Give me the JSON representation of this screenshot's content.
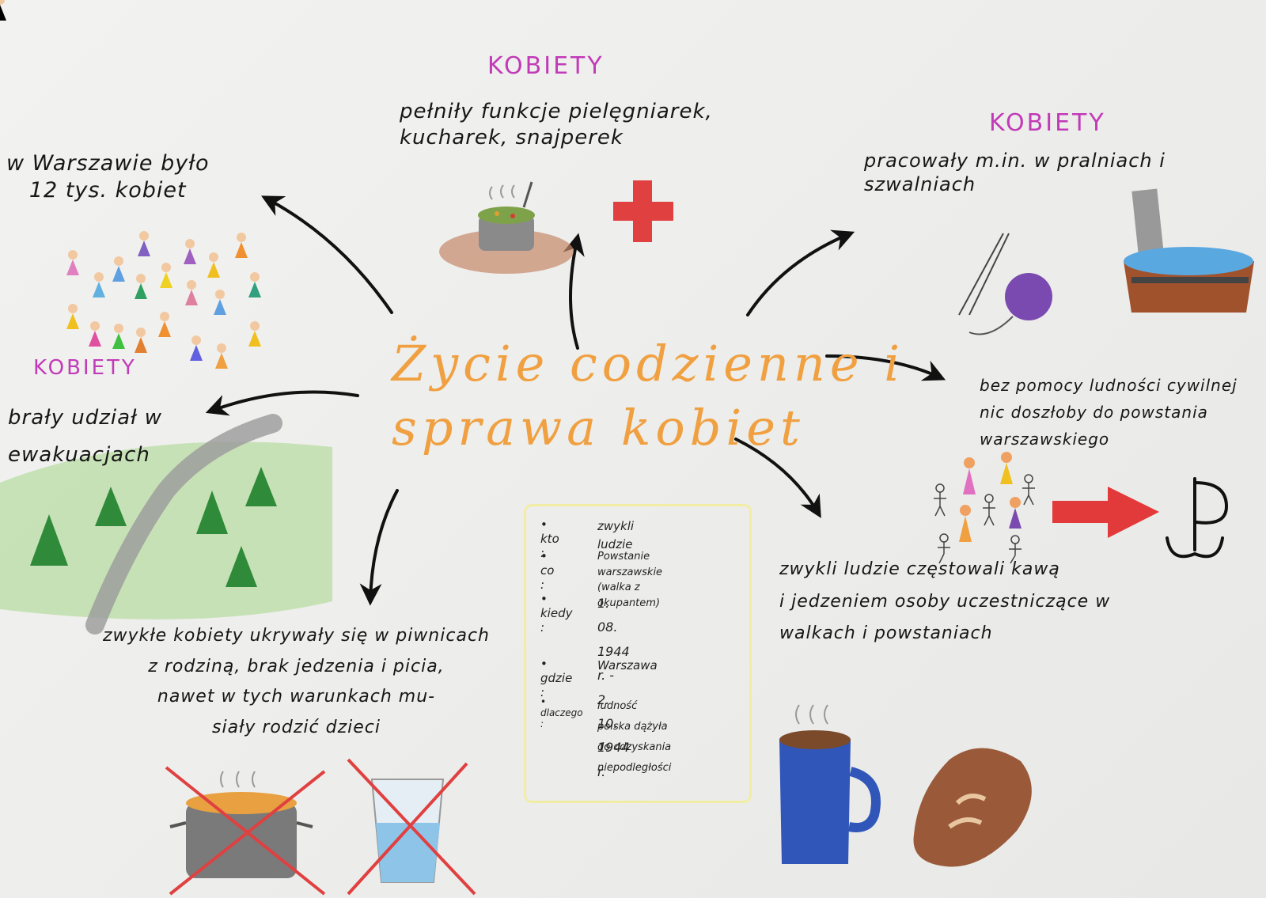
{
  "title": "Życie codzienne i\nsprawa kobiet",
  "colors": {
    "heading": "#c23ab8",
    "title": "#f0a040",
    "ink": "#161616",
    "red_cross": "#e04040"
  },
  "sections": {
    "top_center": {
      "heading": "KOBIETY",
      "text": "pełniły funkcje pielęgniarek,\nkucharek, snajperek"
    },
    "top_right": {
      "heading": "KOBIETY",
      "text": "pracowały m.in. w pralniach i\nszwalniach"
    },
    "top_left": {
      "text": "w Warszawie było\n12 tys. kobiet"
    },
    "middle_left": {
      "heading": "KOBIETY",
      "text": "brały udział w\newakuacjach"
    },
    "middle_right": {
      "text": "bez pomocy ludności cywilnej\nnic doszłoby do powstania\nwarszawskiego"
    },
    "bottom_left": {
      "text": "zwykłe kobiety ukrywały się w piwnicach\nz rodziną, brak jedzenia i picia,\nnawet w tych warunkach mu-\nsiały rodzić dzieci"
    },
    "bottom_right": {
      "text": "zwykli ludzie częstowali kawą\ni jedzeniem osoby uczestniczące w\nwalkach i powstaniach"
    }
  },
  "info_box": {
    "rows": [
      {
        "key": "• kto :",
        "value": "zwykli ludzie"
      },
      {
        "key": "• co :",
        "value": "Powstanie warszawskie\n(walka z okupantem)"
      },
      {
        "key": "• kiedy :",
        "value": "1. 08. 1944 r. -\n2. 10. 1944 r."
      },
      {
        "key": "• gdzie :",
        "value": "Warszawa"
      },
      {
        "key": "• dlaczego :",
        "value": "ludność polska dążyła\ndo odzyskania niepodległości"
      }
    ]
  },
  "icons": [
    "soup-pot-icon",
    "red-cross-icon",
    "women-crowd-icon",
    "forest-path-icon",
    "knitting-yarn-icon",
    "washtub-icon",
    "people-group-icon",
    "red-arrow-icon",
    "kotwica-anchor-icon",
    "crossed-pot-icon",
    "crossed-glass-icon",
    "coffee-mug-icon",
    "bread-icon"
  ]
}
